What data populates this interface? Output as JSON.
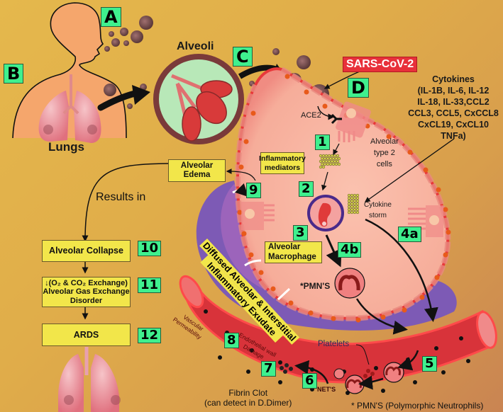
{
  "tags": {
    "a": "A",
    "b": "B",
    "c": "C",
    "d": "D",
    "s1": "1",
    "s2": "2",
    "s3": "3",
    "s4a": "4a",
    "s4b": "4b",
    "s5": "5",
    "s6": "6",
    "s7": "7",
    "s8": "8",
    "s9": "9",
    "s10": "10",
    "s11": "11",
    "s12": "12"
  },
  "labels": {
    "lungs": "Lungs",
    "alveoli": "Alveoli",
    "sars": "SARS-CoV-2",
    "ace2": "ACE2",
    "cytokines_title": "Cytokines",
    "cytokines_lines": [
      "(IL-1B, IL-6, IL-12",
      "IL-18, IL-33,CCL2",
      "CCL3, CCL5, CxCCL8",
      "CxCL19, CxCL10",
      "TNFa)"
    ],
    "type2_lines": [
      "Alveolar",
      "type 2",
      "cells"
    ],
    "cytokine_storm_lines": [
      "Cytokine",
      "storm"
    ],
    "pmns": "*PMN'S",
    "results_in": "Results in",
    "platelets": "Platelets",
    "nets": "NET'S",
    "vascular_lines": [
      "Vascular",
      "Permeability"
    ],
    "endothelial_lines": [
      "Endothelial wall",
      "Damage"
    ],
    "fibrin_lines": [
      "Fibrin Clot",
      "(can detect in D.Dimer)"
    ],
    "footnote": "* PMN'S (Polymorphic Neutrophils)",
    "exudate_lines": [
      "Diffused Alveolar & Interstitial",
      "Inflammatory Exudate"
    ]
  },
  "boxes": {
    "inflammatory": [
      "Inflammatory",
      "mediators"
    ],
    "macrophage": [
      "Alveolar",
      "Macrophage"
    ],
    "edema": [
      "Alveolar",
      "Edema"
    ],
    "collapse": [
      "Alveolar Collapse"
    ],
    "gas": [
      "↓(O₂ & CO₂ Exchange)",
      "Alveolar Gas Exchange",
      "Disorder"
    ],
    "ards": [
      "ARDS"
    ]
  },
  "colors": {
    "tag_green": "#3ff08e",
    "box_yellow": "#f2e64a",
    "alveolus_pink": "#f7b3a0",
    "exudate_purple": "#7d5ab5",
    "vessel_red": "#d8333a",
    "sars_red": "#e8303a"
  }
}
